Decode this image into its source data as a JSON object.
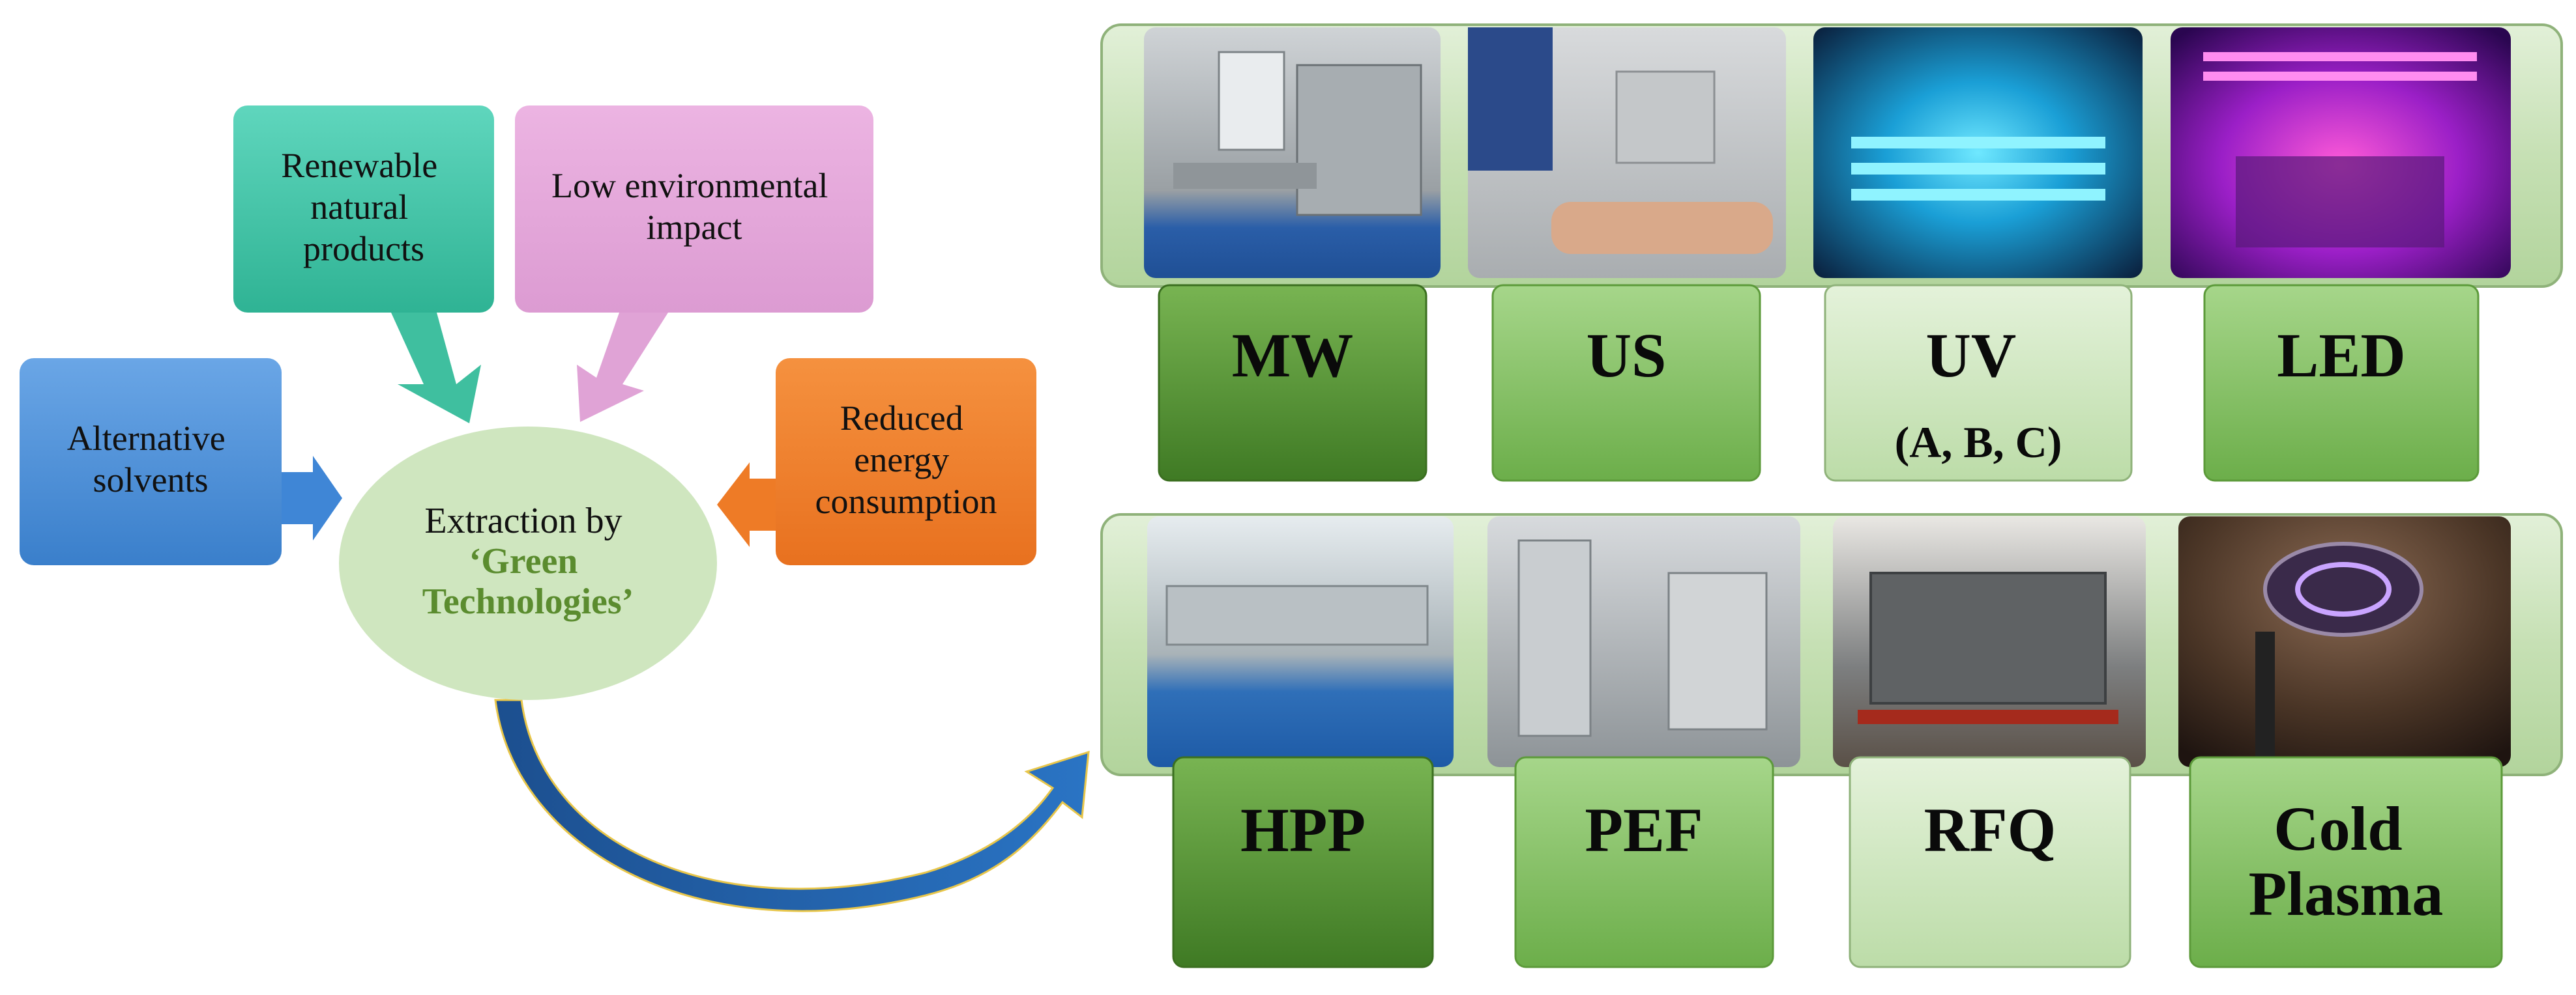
{
  "drivers": [
    {
      "id": "renewable",
      "lines": [
        "Renewable",
        "natural",
        "products"
      ],
      "color": "#3cc4a8"
    },
    {
      "id": "low-impact",
      "lines": [
        "Low environmental",
        "impact"
      ],
      "color": "#e4a6da"
    },
    {
      "id": "alt-solvents",
      "lines": [
        "Alternative",
        "solvents"
      ],
      "color": "#4a8fd6"
    },
    {
      "id": "reduced-energy",
      "lines": [
        "Reduced",
        "energy",
        "consumption"
      ],
      "color": "#f07f2b"
    }
  ],
  "center": {
    "line1": "Extraction by",
    "line2": "‘Green",
    "line3": "Technologies’"
  },
  "technologies_top": [
    {
      "id": "mw",
      "lines": [
        "MW"
      ],
      "photo": "microwave-unit-photo"
    },
    {
      "id": "us",
      "lines": [
        "US"
      ],
      "photo": "ultrasound-unit-photo"
    },
    {
      "id": "uv",
      "lines": [
        "UV",
        "(A, B, C)"
      ],
      "photo": "uv-chamber-photo"
    },
    {
      "id": "led",
      "lines": [
        "LED"
      ],
      "photo": "led-chamber-photo"
    }
  ],
  "technologies_bottom": [
    {
      "id": "hpp",
      "lines": [
        "HPP"
      ],
      "photo": "hpp-facility-photo"
    },
    {
      "id": "pef",
      "lines": [
        "PEF"
      ],
      "photo": "pef-system-photo"
    },
    {
      "id": "rfq",
      "lines": [
        "RFQ"
      ],
      "photo": "rf-machine-photo"
    },
    {
      "id": "cold-plasma",
      "lines": [
        "Cold",
        "Plasma"
      ],
      "photo": "plasma-device-photo"
    }
  ],
  "colors": {
    "panel_fill": "#c9e2ba",
    "panel_stroke": "#8fb27a",
    "label_dark": "#4f8a2f",
    "label_mid": "#7cbc5a",
    "label_light": "#c8e3b8",
    "center_fill": "#cfe6bf",
    "center_accent": "#5b8c2f",
    "arrow_blue": "#1f5fa8"
  }
}
